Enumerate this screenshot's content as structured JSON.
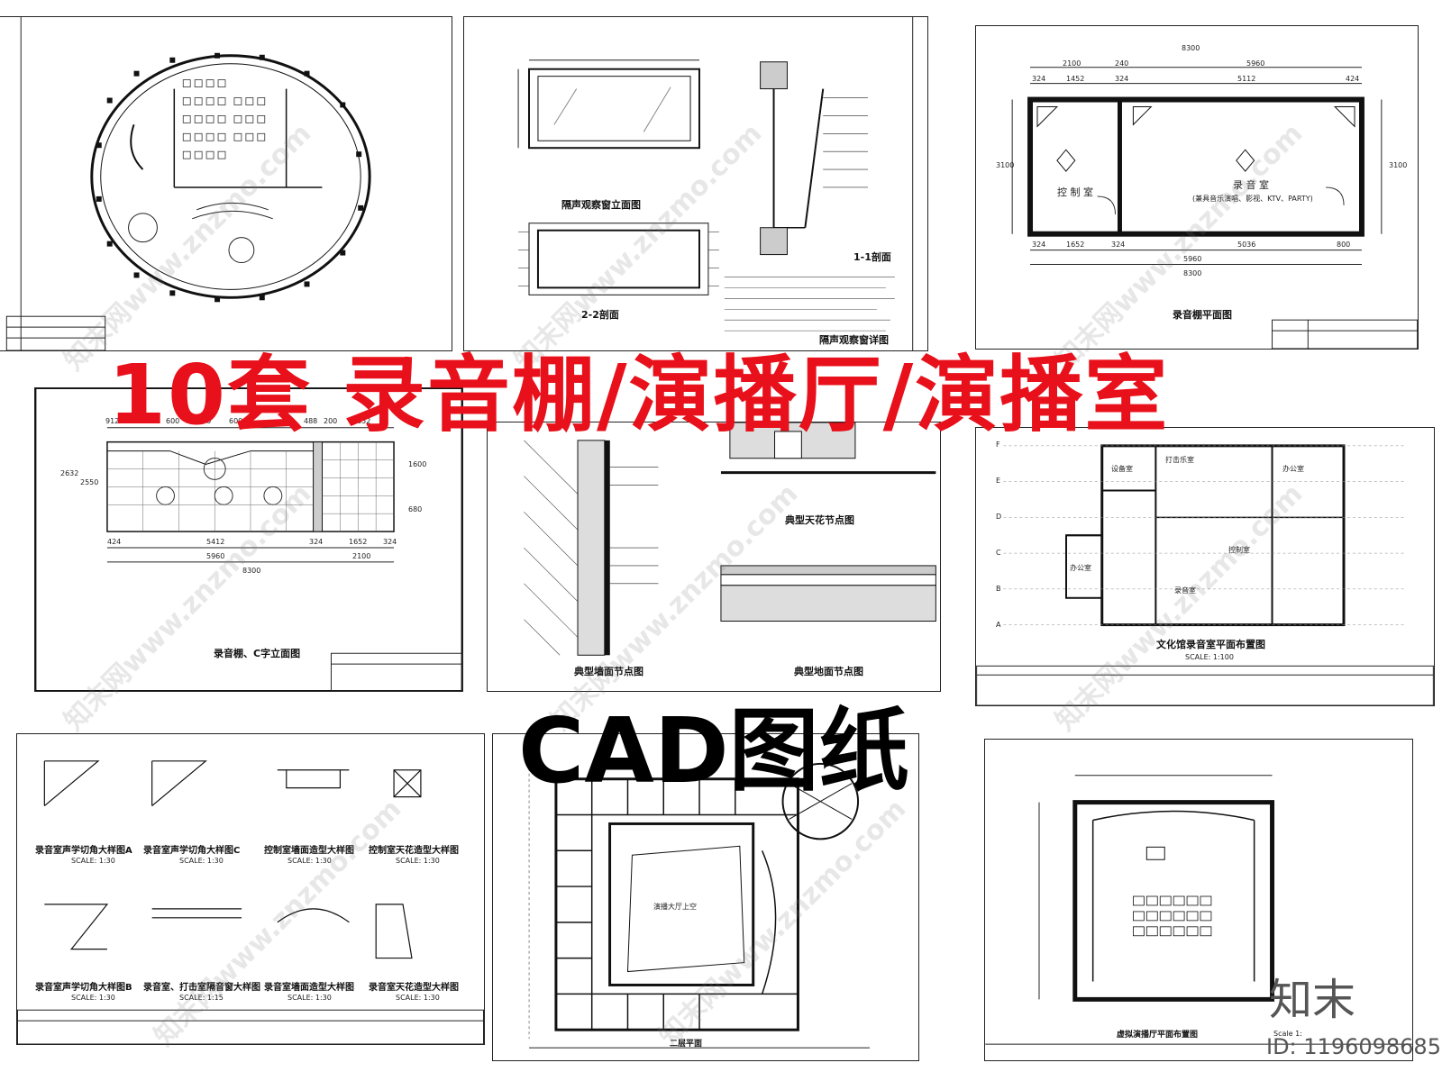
{
  "headline": "10套 录音棚/演播厅/演播室",
  "subline": "CAD图纸",
  "logo_text": "知末",
  "image_id": "ID: 1196098685",
  "watermark": "知末网www.znzmo.com",
  "colors": {
    "headline": "#e8101a",
    "subline": "#000000",
    "lines": "#222222"
  },
  "panels": {
    "p2": {
      "caption_a": "隔声观察窗立面图",
      "caption_b": "2-2剖面",
      "caption_c": "1-1剖面",
      "caption_d": "隔声观察窗详图"
    },
    "p3": {
      "dims_top": [
        "8300",
        "2100",
        "240",
        "5960",
        "324",
        "1452",
        "324",
        "5112",
        "424"
      ],
      "room_left": "控 制 室",
      "room_right": "录 音 室",
      "room_right_sub": "(兼具音乐演唱、影视、KTV、PARTY)",
      "dims_bottom": [
        "324",
        "1652",
        "324",
        "5036",
        "800"
      ],
      "total_bottom_a": "5960",
      "total_bottom_b": "8300",
      "side_dims": [
        "3100",
        "3100"
      ],
      "caption": "录音棚平面图"
    },
    "p4": {
      "dims_top": [
        "912",
        "600",
        "600",
        "600",
        "600",
        "488",
        "200",
        "1652"
      ],
      "dims_bottom": [
        "424",
        "5412",
        "324",
        "1652",
        "324"
      ],
      "total_a": "5960",
      "total_b": "2100",
      "total_c": "8300",
      "side_dims": [
        "2632",
        "2550",
        "1600",
        "680"
      ],
      "caption": "录音棚、C字立面图"
    },
    "p5": {
      "caption_a": "典型墙面节点图",
      "caption_b": "典型天花节点图",
      "caption_c": "典型地面节点图"
    },
    "p6": {
      "rows": [
        "F",
        "E",
        "D",
        "C",
        "B",
        "A"
      ],
      "rooms": [
        "打击乐室",
        "设备室",
        "办公室",
        "控制室",
        "办公室",
        "录音室"
      ],
      "caption": "文化馆录音室平面布置图",
      "scale": "SCALE:  1:100"
    },
    "p7": {
      "items": [
        {
          "title": "录音室声学切角大样图A",
          "scale": "SCALE:  1:30"
        },
        {
          "title": "录音室声学切角大样图C",
          "scale": "SCALE:  1:30"
        },
        {
          "title": "控制室墙面造型大样图",
          "scale": "SCALE:  1:30"
        },
        {
          "title": "控制室天花造型大样图",
          "scale": "SCALE:  1:30"
        },
        {
          "title": "录音室声学切角大样图B",
          "scale": "SCALE:  1:30"
        },
        {
          "title": "录音室、打击室隔音窗大样图",
          "scale": "SCALE:  1:15"
        },
        {
          "title": "录音室墙面造型大样图",
          "scale": "SCALE:  1:30"
        },
        {
          "title": "录音室天花造型大样图",
          "scale": "SCALE:  1:30"
        }
      ]
    },
    "p8": {
      "center_room": "演播大厅上空",
      "caption": "二层平面"
    },
    "p9": {
      "caption": "虚拟演播厅平面布置图",
      "scale": "Scale 1:"
    }
  }
}
